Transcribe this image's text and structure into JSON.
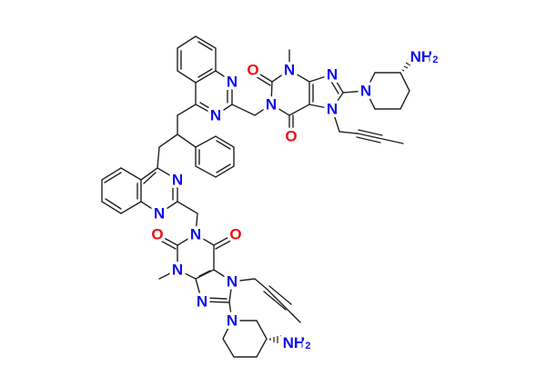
{
  "molecule": {
    "atoms": {
      "n_q1_1": "N",
      "n_q1_3": "N",
      "n_q2_1": "N",
      "n_q2_3": "N",
      "o_x1_2": "O",
      "o_x1_6": "O",
      "n_x1_1": "N",
      "n_x1_3": "N",
      "n_x1_7": "N",
      "n_x1_9": "N",
      "n_pip1": "N",
      "nh2_1": "NH",
      "nh2_1_sub": "2",
      "o_x2_2": "O",
      "o_x2_6": "O",
      "n_x2_1": "N",
      "n_x2_3": "N",
      "n_x2_7": "N",
      "n_x2_9": "N",
      "n_pip2": "N",
      "nh2_2": "NH",
      "nh2_2_sub": "2"
    },
    "colors": {
      "nitrogen": "#1010ee",
      "oxygen": "#ee1010",
      "bond": "#222222"
    }
  }
}
